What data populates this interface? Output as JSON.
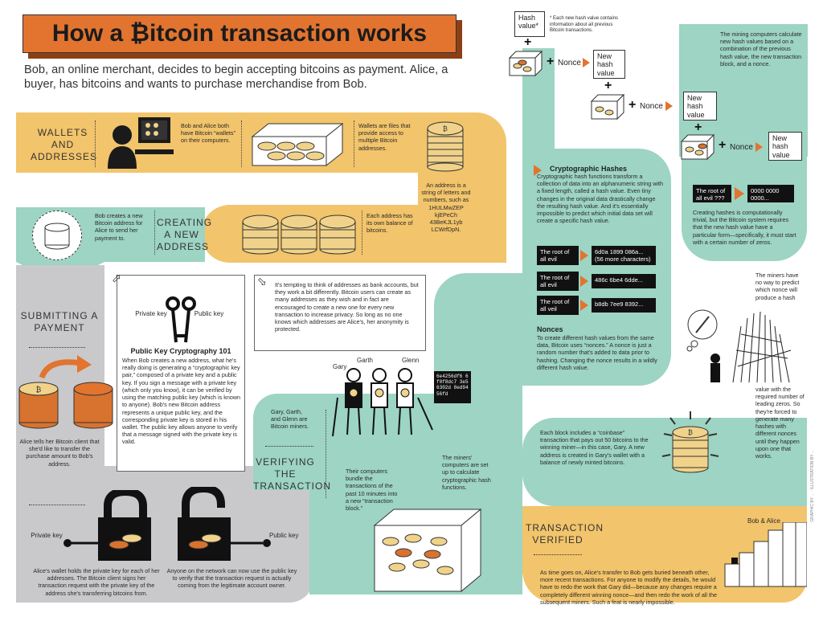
{
  "title": "How a ₿itcoin transaction works",
  "intro": "Bob, an online merchant, decides to begin accepting bitcoins as payment. Alice, a buyer, has bitcoins and wants to purchase merchandise from Bob.",
  "sections": {
    "wallets": {
      "heading": "WALLETS AND ADDRESSES",
      "text1": "Bob and Alice both have Bitcoin “wallets” on their computers.",
      "text2": "Wallets are files that provide access to multiple Bitcoin addresses.",
      "text3": "An address is a string of letters and numbers, such as 1HULMwZEP kjEPeCh 43BeKJL1yb LCWrfDpN.",
      "text4": "Each address has its own balance of bitcoins."
    },
    "creating": {
      "heading": "CREATING A NEW ADDRESS",
      "text": "Bob creates a new Bitcoin address for Alice to send her payment to."
    },
    "submitting": {
      "heading": "SUBMITTING A PAYMENT",
      "text": "Alice tells her Bitcoin client that she'd like to transfer the purchase amount to Bob's address.",
      "private_key_label": "Private key",
      "public_key_label": "Public key",
      "text_left": "Alice's wallet holds the private key for each of her addresses. The Bitcoin client signs her transaction request with the private key of the address she's transferring bitcoins from.",
      "text_right": "Anyone on the network can now use the public key to verify that the transaction request is actually coming from the legitimate account owner."
    },
    "pkc": {
      "title": "Public Key Cryptography 101",
      "private": "Private key",
      "public": "Public key",
      "text": "When Bob creates a new address, what he's really doing is generating a “cryptographic key pair,” composed of a private key and a public key. If you sign a message with a private key (which only you know), it can be verified by using the matching public key (which is known to anyone). Bob's new Bitcoin address represents a unique public key, and the corresponding private key is stored in his wallet. The public key allows anyone to verify that a message signed with the private key is valid."
    },
    "anonymity": {
      "text": "It's tempting to think of addresses as bank accounts, but they work a bit differently. Bitcoin users can create as many addresses as they wish and in fact are encouraged to create a new one for every new transaction to increase privacy. So long as no one knows which addresses are Alice's, her anonymity is protected."
    },
    "verifying": {
      "heading": "VERIFYING THE TRANSACTION",
      "text1": "Gary, Garth, and Glenn are Bitcoin miners.",
      "text2": "Their computers bundle the transactions of the past 10 minutes into a new “transaction block.”",
      "text3": "The miners' computers are set up to calculate cryptographic hash functions.",
      "names": [
        "Gary",
        "Garth",
        "Glenn"
      ],
      "screen": "6e4256df6 6f0f8dc7 3e56302d 8ed9456fd"
    },
    "hashes": {
      "title": "Cryptographic Hashes",
      "text": "Cryptographic hash functions transform a collection of data into an alphanumeric string with a fixed length, called a hash value. Even tiny changes in the original data drastically change the resulting hash value. And it's essentially impossible to predict which initial data set will create a specific hash value.",
      "rows": [
        {
          "input": "The root of all evil",
          "output": "6d0a 1899 086a... (56 more characters)"
        },
        {
          "input": "The root of all evil",
          "output": "486c 6be4 6dde..."
        },
        {
          "input": "The root of all veil",
          "output": "b8db 7ee9 8392..."
        }
      ],
      "nonce_title": "Nonces",
      "nonce_text": "To create different hash values from the same data, Bitcoin uses “nonces.” A nonce is just a random number that's added to data prior to hashing. Changing the nonce results in a wildly different hash value."
    },
    "mining": {
      "hash_value": "Hash value*",
      "footnote": "* Each new hash value contains information about all previous Bitcoin transactions.",
      "new_hash": "New hash value",
      "nonce": "Nonce",
      "text": "The mining computers calculate new hash values based on a combination of the previous hash value, the new transaction block, and a nonce.",
      "zeros_input": "The root of all evil ???",
      "zeros_output": "0000 0000 0000...",
      "zeros_text": "Creating hashes is computationally trivial, but the Bitcoin system requires that the new hash value have a particular form—specifically, it must start with a certain number of zeros.",
      "predict_text1": "The miners have no way to predict which nonce will produce a hash",
      "predict_text2": "value with the required number of leading zeros. So they're forced to generate many hashes with different nonces until they happen upon one that works.",
      "coinbase_text": "Each block includes a “coinbase” transaction that pays out 50 bitcoins to the winning miner—in this case, Gary. A new address is created in Gary's wallet with a balance of newly minted bitcoins."
    },
    "verified": {
      "heading": "TRANSACTION VERIFIED",
      "label": "Bob & Alice",
      "text": "As time goes on, Alice's transfer to Bob gets buried beneath other, more recent transactions. For anyone to modify the details, he would have to redo the work that Gary did—because any changes require a completely different winning nonce—and then redo the work of all the subsequent miners. Such a feat is nearly impossible."
    },
    "credit": "GRAPHIC BY ... · ILLUSTRATION BY ..."
  },
  "colors": {
    "orange": "#e2742f",
    "tan": "#f2c46b",
    "teal": "#9dd4c3",
    "grey": "#c9c9cc"
  }
}
